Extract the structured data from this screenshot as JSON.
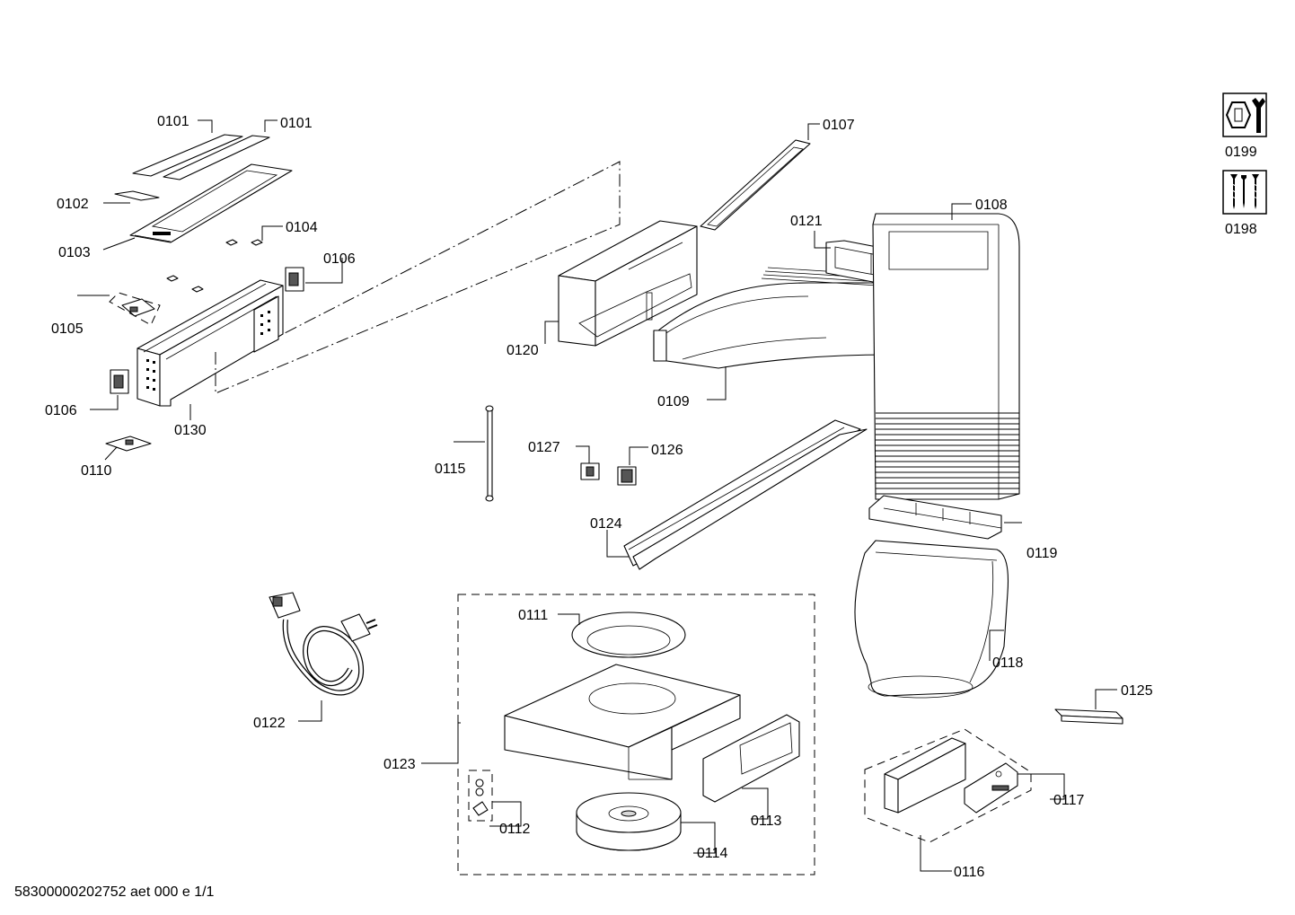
{
  "document_number": "58300000202752 aet 000 e 1/1",
  "labels": {
    "p0101a": "0101",
    "p0101b": "0101",
    "p0102": "0102",
    "p0103": "0103",
    "p0104": "0104",
    "p0105": "0105",
    "p0106a": "0106",
    "p0106b": "0106",
    "p0107": "0107",
    "p0108": "0108",
    "p0109": "0109",
    "p0110": "0110",
    "p0111": "0111",
    "p0112": "0112",
    "p0113": "0113",
    "p0114": "0114",
    "p0115": "0115",
    "p0116": "0116",
    "p0117": "0117",
    "p0118": "0118",
    "p0119": "0119",
    "p0120": "0120",
    "p0121": "0121",
    "p0122": "0122",
    "p0123": "0123",
    "p0124": "0124",
    "p0125": "0125",
    "p0126": "0126",
    "p0127": "0127",
    "p0130": "0130",
    "p0198": "0198",
    "p0199": "0199"
  },
  "icons": {
    "tools": "hex-nut-wrench-icon",
    "fasteners": "screws-icon"
  }
}
